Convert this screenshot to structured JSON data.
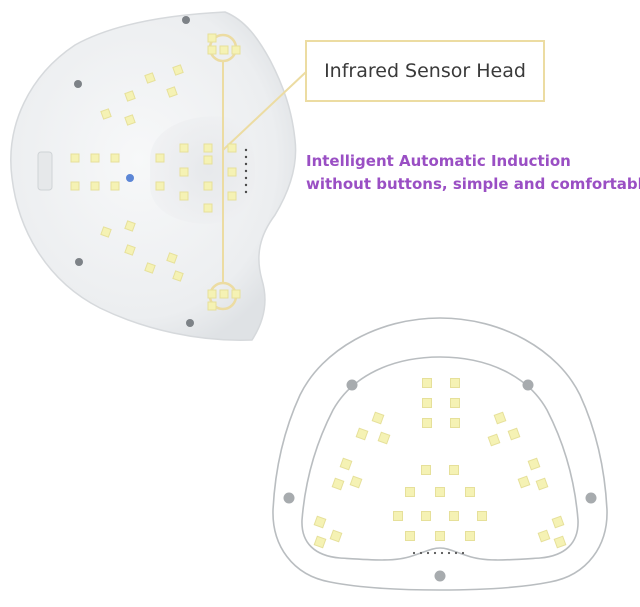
{
  "callout": {
    "label": "Infrared Sensor Head"
  },
  "feature": {
    "line1": "Intelligent Automatic Induction",
    "line2": "without buttons, simple and comfortable"
  },
  "colors": {
    "led": "#f5f2b4",
    "led_border": "#e6e09a",
    "callout_border": "#ecdca2",
    "feature_text": "#9a4fc4",
    "lamp_body": "#f1f2f3",
    "outline": "#b9bdc0"
  }
}
